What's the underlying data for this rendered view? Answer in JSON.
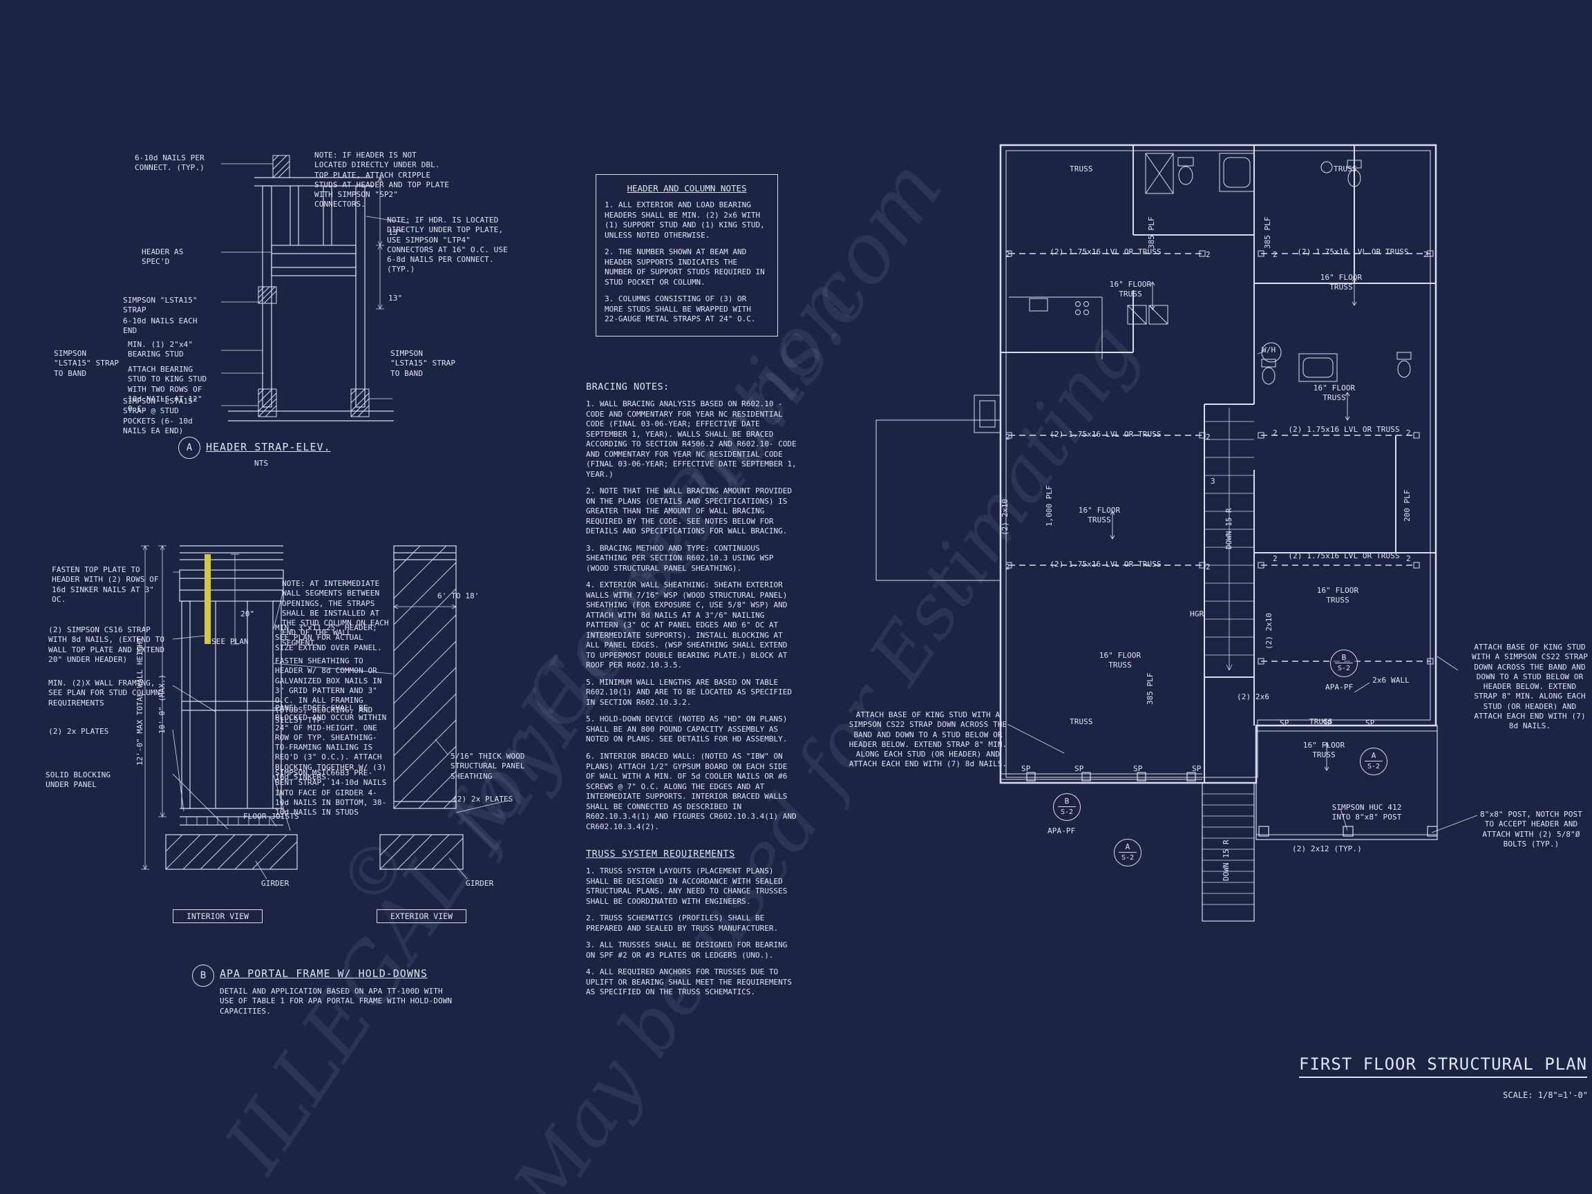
{
  "watermark": {
    "plans": "MyHomePlans.com",
    "illegal": "ILLEGAL for Construction",
    "estimating": "May be used for Estimating",
    "copyright": "©"
  },
  "title_block": {
    "title": "FIRST FLOOR STRUCTURAL PLAN",
    "scale": "SCALE: 1/8\"=1'-0\""
  },
  "detail_a": {
    "bubble": "A",
    "title": "HEADER STRAP-ELEV.",
    "subtitle": "NTS",
    "labels": {
      "nails_connect": "6-10d NAILS PER CONNECT. (TYP.)",
      "note_sp2": "NOTE: IF HEADER IS NOT LOCATED DIRECTLY UNDER DBL. TOP PLATE, ATTACH CRIPPLE STUDS AT HEADER AND TOP PLATE WITH SIMPSON \"SP2\" CONNECTORS.",
      "note_ltp4": "NOTE: IF HDR. IS LOCATED DIRECTLY UNDER TOP PLATE, USE SIMPSON \"LTP4\" CONNECTORS AT 16\" O.C.  USE 6-8d NAILS PER CONNECT. (TYP.)",
      "header_spec": "HEADER AS SPEC'D",
      "dim13_top": "13\"",
      "dim13_bot": "13\"",
      "lsta_strap": "SIMPSON \"LSTA15\" STRAP",
      "nails_each_end": "6-10d NAILS EACH END",
      "bearing_stud": "MIN. (1) 2\"x4\" BEARING STUD",
      "strap_band_left": "SIMPSON \"LSTA15\" STRAP TO BAND",
      "strap_band_right": "SIMPSON \"LSTA15\" STRAP TO BAND",
      "attach_bearing": "ATTACH BEARING STUD TO KING STUD WITH TWO ROWS OF 10d NAILS AT 12\" O.C.",
      "stud_pockets": "SIMPSON \"LSTA15\" STRAP @ STUD POCKETS (6- 10d NAILS EA END)"
    }
  },
  "detail_b": {
    "bubble": "B",
    "title": "APA PORTAL FRAME W/ HOLD-DOWNS",
    "caption": "DETAIL AND APPLICATION BASED ON APA TT-100D WITH USE OF TABLE 1 FOR APA PORTAL FRAME WITH HOLD-DOWN CAPACITIES.",
    "views": {
      "interior": "INTERIOR VIEW",
      "exterior": "EXTERIOR VIEW"
    },
    "labels": {
      "fasten_top_plate": "FASTEN TOP PLATE TO HEADER WITH (2) ROWS OF 16d SINKER NAILS AT 3\" OC.",
      "cs16_strap": "(2) SIMPSON CS16 STRAP WITH 8d NAILS, (EXTEND TO WALL TOP PLATE AND EXTEND 20\" UNDER HEADER)",
      "wall_framing": "MIN. (2)X WALL FRAMING, SEE PLAN FOR STUD COLUMN REQUIREMENTS",
      "plates_left": "(2) 2x PLATES",
      "solid_blocking": "SOLID BLOCKING UNDER PANEL",
      "note_intermediate": "NOTE: AT INTERMEDIATE WALL SEGMENTS BETWEEN OPENINGS, THE STRAPS SHALL BE INSTALLED AT THE STUD COLUMN ON EACH END OF THE WALL SEGMENT.",
      "min_header": "MIN. 3\"x11.25\" HEADER; SEE PLAN FOR ACTUAL SIZE EXTEND OVER PANEL.",
      "fasten_sheathing": "FASTEN SHEATHING TO HEADER W/ 8d COMMON OR GALVANIZED BOX NAILS IN 3\" GRID PATTERN AND 3\" O.C. IN ALL FRAMING (STUDS, BLOCKING, AND SILLS) TYP.",
      "panel_edges": "PANEL EDGES SHALL BE BLOCKED AND OCCUR WITHIN 24\" OF MID-HEIGHT.  ONE ROW OF TYP. SHEATHING-TO-FRAMING NAILING IS REQ'D (3\" O.C.). ATTACH BLOCKING TOGETHER W/ (3) 16d SINKERS.",
      "mstc_strap": "SIMPSON MSTC66B3 PRE-BENT STRAP, 14-10d NAILS INTO FACE OF GIRDER 4-10d NAILS IN BOTTOM, 38-10d NAILS IN STUDS",
      "plates_right": "(2) 2x PLATES",
      "wsp": "5/16\" THICK WOOD STRUCTURAL PANEL SHEATHING",
      "floor_joists": "FLOOR JOISTS",
      "girder_left": "GIRDER",
      "girder_right": "GIRDER",
      "see_plan": "SEE PLAN",
      "span": "6' TO 18'",
      "dim20": "20\"",
      "wall_height": "12'-0\" MAX TOTAL WALL HEIGHT",
      "max_height": "10'-0\" (MAX.)"
    }
  },
  "header_column_notes": {
    "title": "HEADER AND COLUMN NOTES",
    "items": [
      "1. ALL EXTERIOR AND LOAD BEARING HEADERS SHALL BE MIN. (2) 2x6 WITH (1) SUPPORT STUD AND (1) KING STUD, UNLESS NOTED OTHERWISE.",
      "2. THE NUMBER SHOWN AT BEAM AND HEADER SUPPORTS INDICATES THE NUMBER OF SUPPORT STUDS REQUIRED IN STUD POCKET OR COLUMN.",
      "3. COLUMNS CONSISTING OF (3) OR MORE STUDS SHALL BE WRAPPED WITH 22-GAUGE METAL STRAPS AT 24\" O.C."
    ]
  },
  "bracing_notes": {
    "title": "BRACING NOTES:",
    "items": [
      "1. WALL BRACING ANALYSIS BASED ON R602.10 - CODE AND COMMENTARY FOR YEAR NC RESIDENTIAL CODE (FINAL 03-06-YEAR; EFFECTIVE DATE SEPTEMBER 1, YEAR). WALLS SHALL BE BRACED ACCORDING TO SECTION R4506.2 AND R602.10- CODE AND COMMENTARY FOR YEAR NC RESIDENTIAL CODE (FINAL 03-06-YEAR; EFFECTIVE DATE SEPTEMBER 1, YEAR.)",
      "2. NOTE THAT THE WALL BRACING AMOUNT PROVIDED ON THE PLANS (DETAILS AND SPECIFICATIONS) IS GREATER THAN THE AMOUNT OF WALL BRACING REQUIRED BY THE CODE. SEE NOTES BELOW FOR DETAILS AND SPECIFICATIONS FOR WALL BRACING.",
      "3. BRACING METHOD AND TYPE: CONTINUOUS SHEATHING PER SECTION R602.10.3 USING WSP (WOOD STRUCTURAL PANEL SHEATHING).",
      "4. EXTERIOR WALL SHEATHING: SHEATH EXTERIOR WALLS WITH 7/16\" WSP (WOOD STRUCTURAL PANEL) SHEATHING (FOR EXPOSURE C, USE 5/8\" WSP) AND ATTACH WITH 8d NAILS AT A 3\"/6\" NAILING PATTERN (3\" OC AT PANEL EDGES AND 6\" OC AT INTERMEDIATE SUPPORTS). INSTALL BLOCKING AT ALL PANEL EDGES. (WSP SHEATHING SHALL EXTEND TO UPPERMOST DOUBLE BEARING PLATE.) BLOCK AT ROOF PER R602.10.3.5.",
      "5. MINIMUM WALL LENGTHS ARE BASED ON TABLE R602.10(1) AND ARE TO BE LOCATED AS SPECIFIED IN SECTION R602.10.3.2.",
      "5. HOLD-DOWN DEVICE (NOTED AS \"HD\" ON PLANS) SHALL BE AN 800 POUND CAPACITY ASSEMBLY AS NOTED ON PLANS. SEE DETAILS FOR HD ASSEMBLY.",
      "6. INTERIOR BRACED WALL: (NOTED AS \"IBW\" ON PLANS) ATTACH 1/2\" GYPSUM BOARD ON EACH SIDE OF WALL WITH A MIN. OF 5d COOLER NAILS OR #6 SCREWS @ 7\" O.C. ALONG THE EDGES AND AT INTERMEDIATE SUPPORTS.  INTERIOR BRACED WALLS SHALL BE CONNECTED AS DESCRIBED IN R602.10.3.4(1) AND FIGURES CR602.10.3.4(1) AND CR602.10.3.4(2)."
    ]
  },
  "truss_requirements": {
    "title": "TRUSS SYSTEM REQUIREMENTS",
    "items": [
      "1. TRUSS SYSTEM LAYOUTS (PLACEMENT PLANS) SHALL BE DESIGNED IN ACCORDANCE WITH SEALED STRUCTURAL PLANS. ANY NEED TO CHANGE TRUSSES SHALL BE COORDINATED WITH ENGINEERS.",
      "2. TRUSS SCHEMATICS (PROFILES) SHALL BE PREPARED AND SEALED BY TRUSS MANUFACTURER.",
      "3. ALL TRUSSES SHALL BE DESIGNED FOR BEARING ON SPF #2 OR #3 PLATES OR LEDGERS (UNO.).",
      "4. ALL REQUIRED ANCHORS FOR TRUSSES DUE TO UPLIFT OR BEARING SHALL MEET THE REQUIREMENTS AS SPECIFIED ON THE TRUSS SCHEMATICS."
    ]
  },
  "plan": {
    "labels": {
      "truss": "TRUSS",
      "lvl": "(2) 1.75x16 LVL OR TRUSS",
      "floor_truss": "16\" FLOOR TRUSS",
      "plf385": "385 PLF",
      "plf1000": "1,000 PLF",
      "plf200": "200 PLF",
      "x2_10": "(2) 2x10",
      "x2_12_typ": "(2) 2x12 (TYP.)",
      "x2_6_wall": "2x6 WALL",
      "x2_6": "(2) 2x6",
      "down15": "DOWN 15 R",
      "hgr": "HGR",
      "wh": "W/H",
      "apa_pf": "APA-PF",
      "sp": "SP",
      "n2": "2",
      "n3": "3",
      "huc": "SIMPSON HUC 412 INTO 8\"x8\" POST",
      "king_note": "ATTACH BASE OF KING STUD WITH A SIMPSON CS22 STRAP DOWN ACROSS THE BAND AND DOWN TO A STUD BELOW OR HEADER BELOW. EXTEND STRAP 8\" MIN. ALONG EACH STUD (OR HEADER) AND ATTACH EACH END WITH (7) 8d NAILS.",
      "post_note": "8\"x8\" POST, NOTCH POST TO ACCEPT HEADER AND ATTACH WITH (2) 5/8\"Ø BOLTS (TYP.)"
    },
    "bubbles": {
      "a": "A",
      "b": "B",
      "sheet": "S-2"
    }
  }
}
